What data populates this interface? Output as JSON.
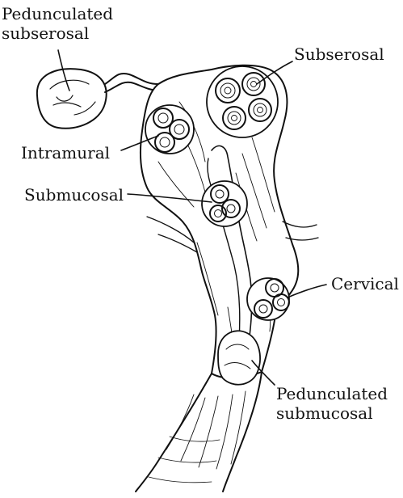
{
  "labels": {
    "pedunculated_subserosal_1": "Pedunculated",
    "pedunculated_subserosal_2": "subserosal",
    "subserosal": "Subserosal",
    "intramural": "Intramural",
    "submucosal": "Submucosal",
    "cervical": "Cervical",
    "pedunculated_submucosal_1": "Pedunculated",
    "pedunculated_submucosal_2": "submucosal"
  },
  "colors": {
    "ink": "#111111",
    "paper": "#ffffff"
  }
}
